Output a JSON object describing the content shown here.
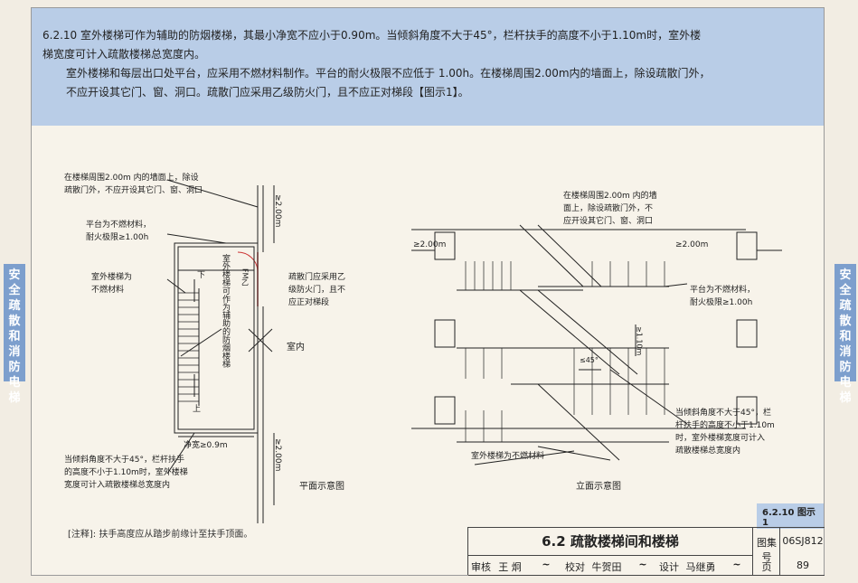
{
  "note": {
    "line1": "6.2.10  室外楼梯可作为辅助的防烟楼梯，其最小净宽不应小于0.90m。当倾斜角度不大于45°，栏杆扶手的高度不小于1.10m时，室外楼",
    "line2": "梯宽度可计入疏散楼梯总宽度内。",
    "line3": "室外楼梯和每层出口处平台，应采用不燃材料制作。平台的耐火极限不应低于 1.00h。在楼梯周围2.00m内的墙面上，除设疏散门外，",
    "line4": "不应开设其它门、窗、洞口。疏散门应采用乙级防火门，且不应正对梯段【图示1】。"
  },
  "side_tab": {
    "text": "安全疏散和消防电梯"
  },
  "plan": {
    "title": "平面示意图",
    "label_wall": [
      "在楼梯周围2.00m 内的墙面上，除设",
      "疏散门外，不应开设其它门、窗、洞口"
    ],
    "label_platform": [
      "平台为不燃材料，",
      "耐火极限≥1.00h"
    ],
    "label_stair_material": [
      "室外楼梯为",
      "不燃材料"
    ],
    "label_vertical": "室外楼梯可作为辅助的防烟楼梯",
    "label_door": [
      "疏散门应采用乙",
      "级防火门，且不",
      "应正对梯段"
    ],
    "label_room": "室内",
    "label_down": "下",
    "label_up": "上",
    "label_fm": "FM乙",
    "dim_top": "≥2.00m",
    "dim_bottom": "≥2.00m",
    "dim_width": "净宽≥0.9m",
    "label_angle": [
      "当倾斜角度不大于45°，栏杆扶手",
      "的高度不小于1.10m时，室外楼梯",
      "宽度可计入疏散楼梯总宽度内"
    ]
  },
  "elev": {
    "title": "立面示意图",
    "label_wall": [
      "在楼梯周围2.00m 内的墙",
      "面上，除设疏散门外，不",
      "应开设其它门、窗、洞口"
    ],
    "dim_left": "≥2.00m",
    "dim_right": "≥2.00m",
    "label_platform": [
      "平台为不燃材料，",
      "耐火极限≥1.00h"
    ],
    "dim_rail": "≥1.10m",
    "dim_angle": "≤45°",
    "label_angle": [
      "当倾斜角度不大于45°，栏",
      "杆扶手的高度不小于1.10m",
      "时，室外楼梯宽度可计入",
      "疏散楼梯总宽度内"
    ],
    "label_material": "室外楼梯为不燃材料"
  },
  "tag": "6.2.10  图示1",
  "footnote": "[注释]: 扶手高度应从踏步前缘计至扶手顶面。",
  "title_block": {
    "title": "6.2  疏散楼梯间和楼梯",
    "atlas_label": "图集号",
    "atlas_no": "06SJ812",
    "review_label": "审核",
    "reviewer": "王 炯",
    "check_label": "校对",
    "checker": "牛贺田",
    "design_label": "设计",
    "designer": "马继勇",
    "page_label": "页",
    "page_no": "89"
  }
}
